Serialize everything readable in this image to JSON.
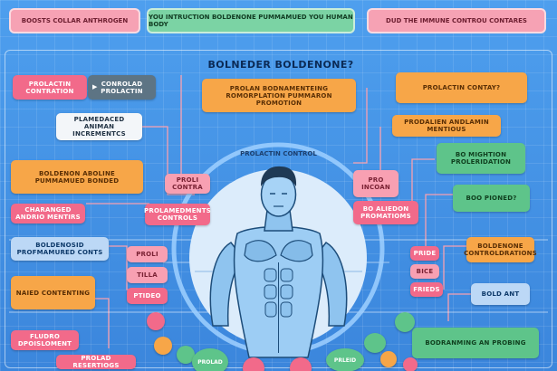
{
  "header": {
    "left": "BOOSTS COLLAR ANTHROGEN",
    "center": "YOU INTRUCTION BOLDENONE PUMMAMUED YOU HUMAN BODY",
    "right": "DUD THE IMMUNE CONTROU CONTARES"
  },
  "title": "BOLNEDER BOLDENONE?",
  "circle_label": "PROLACTIN CONTROL",
  "boxes": {
    "l1a": "PROLACTIN CONTRATION",
    "l1b": "CONROLAD PROLACTIN",
    "l2": "PLAMEDACED ANIMAN INCREMENTCS",
    "l3": "BOLDENON ABOLINE PUMMAMUED BONDED",
    "l4": "CHARANGED ANDRIO MENTIRS",
    "l5": "BOLDENOSID PROFMAMURED CONTS",
    "l6": "NAIED CONTENTING",
    "l7": "FLUDRO DPOISLOMENT",
    "c1": "PROLAN BODNAMENTEING ROMORPLATION PUMMARON PROMOTION",
    "m1": "PROLI CONTRA",
    "m2": "PROLAMEDMENTS CONTROLS",
    "m3": "PROLI",
    "m4": "TILLA",
    "m5": "PTIDEO",
    "r1": "PROLACTIN CONTAY?",
    "r2": "PRODALIEN ANDLAMIN MENTIOUS",
    "r3a": "PRO INCOAN",
    "r3b": "BO ALIEDON PROMATIOMS",
    "r4": "BO MIGHTION PROLERIDATION",
    "r5": "BOO PIONED?",
    "r6": "BOLDENONE CONTROLDRATIONS",
    "r7a": "PRIDE",
    "r7b": "BICE",
    "r7c": "FRIEDS",
    "r8": "BOLD ANT",
    "r9": "BODRANMING AN PROBING",
    "b1": "PROLAD RESERTIOGS"
  },
  "dots": {
    "d1": "",
    "d2": "",
    "d3": "",
    "d4": "PROLAD",
    "d5": "",
    "d6": "",
    "d7": "",
    "d8": "",
    "d9": "",
    "d10": "PRLEID",
    "d11": ""
  },
  "colors": {
    "background": "#3f8fe0",
    "pink": "#f26a8a",
    "orange": "#f7a648",
    "green": "#5ec48a",
    "slate": "#5d7484"
  },
  "figure": "muscular-man-figure"
}
